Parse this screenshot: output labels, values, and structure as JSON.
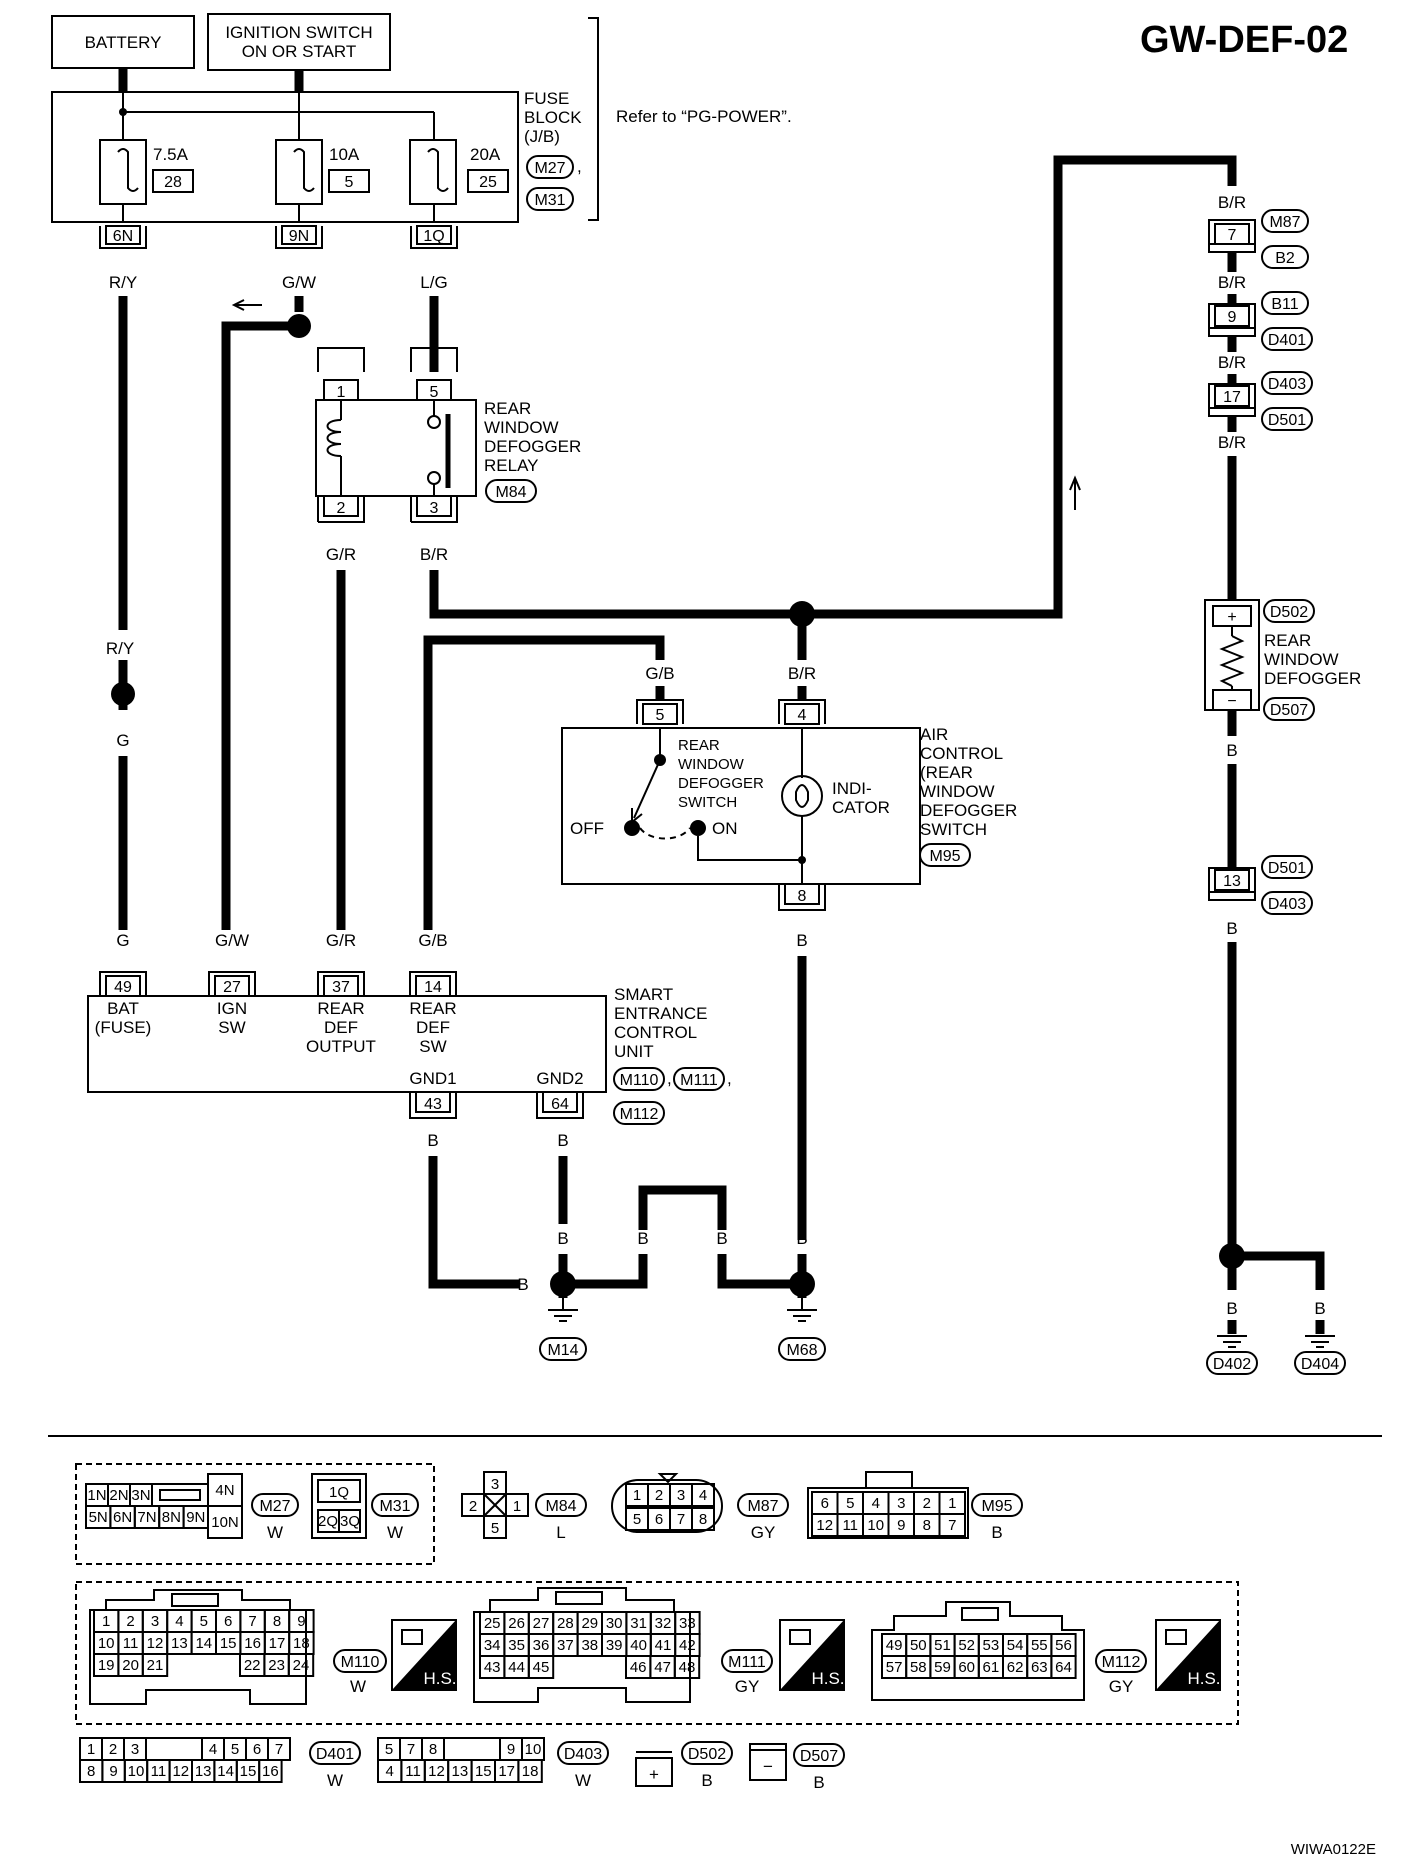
{
  "title": "GW-DEF-02",
  "code": "WIWA0122E",
  "top": {
    "battery": "BATTERY",
    "ign1": "IGNITION SWITCH",
    "ign2": "ON OR START",
    "fuse_block": [
      "FUSE",
      "BLOCK",
      "(J/B)"
    ],
    "fuse_conns": [
      "M27",
      "M31"
    ],
    "refer": "Refer to “PG-POWER”.",
    "fuses": [
      {
        "amp": "7.5A",
        "num": "28",
        "term": "6N",
        "wire": "R/Y"
      },
      {
        "amp": "10A",
        "num": "5",
        "term": "9N",
        "wire": "G/W"
      },
      {
        "amp": "20A",
        "num": "25",
        "term": "1Q",
        "wire": "L/G"
      }
    ]
  },
  "relay": {
    "name": [
      "REAR",
      "WINDOW",
      "DEFOGGER",
      "RELAY"
    ],
    "conn": "M84",
    "pins": [
      "1",
      "5",
      "2",
      "3"
    ],
    "wires": [
      "G/R",
      "B/R"
    ]
  },
  "right": {
    "wires": [
      "B/R",
      "B/R",
      "B/R",
      "B/R",
      "B",
      "B",
      "B",
      "B"
    ],
    "pins": [
      "7",
      "9",
      "17",
      "13"
    ],
    "conns": [
      "M87",
      "B2",
      "B11",
      "D401",
      "D403",
      "D501",
      "D501",
      "D403"
    ],
    "defogger": [
      "REAR",
      "WINDOW",
      "DEFOGGER"
    ],
    "def_conns": [
      "D502",
      "D507"
    ],
    "plus": "+",
    "minus": "−",
    "grounds": [
      "D402",
      "D404"
    ]
  },
  "switch": {
    "pins": [
      "5",
      "4",
      "8"
    ],
    "wires": [
      "G/B",
      "B/R",
      "B"
    ],
    "sw_label": [
      "REAR",
      "WINDOW",
      "DEFOGGER",
      "SWITCH"
    ],
    "off": "OFF",
    "on": "ON",
    "indicator": [
      "INDI-",
      "CATOR"
    ],
    "name": [
      "AIR",
      "CONTROL",
      "(REAR",
      "WINDOW",
      "DEFOGGER",
      "SWITCH"
    ],
    "conn": "M95"
  },
  "left": {
    "wire_top": "R/Y",
    "wire_bot": "G"
  },
  "secu": {
    "pins": [
      {
        "num": "49",
        "wire": "G",
        "label": [
          "BAT",
          "(FUSE)"
        ]
      },
      {
        "num": "27",
        "wire": "G/W",
        "label": [
          "IGN",
          "SW"
        ]
      },
      {
        "num": "37",
        "wire": "G/R",
        "label": [
          "REAR",
          "DEF",
          "OUTPUT"
        ]
      },
      {
        "num": "14",
        "wire": "G/B",
        "label": [
          "REAR",
          "DEF",
          "SW"
        ]
      }
    ],
    "gnd": [
      {
        "num": "43",
        "label": "GND1",
        "wire": "B"
      },
      {
        "num": "64",
        "label": "GND2",
        "wire": "B"
      }
    ],
    "name": [
      "SMART",
      "ENTRANCE",
      "CONTROL",
      "UNIT"
    ],
    "conns": [
      "M110",
      "M111",
      "M112"
    ]
  },
  "ground": {
    "wires": [
      "B",
      "B",
      "B",
      "B",
      "B"
    ],
    "conns": [
      "M14",
      "M68"
    ]
  },
  "connectors": {
    "m27": {
      "top": [
        "1N",
        "2N",
        "3N",
        "",
        "4N"
      ],
      "bot": [
        "5N",
        "6N",
        "7N",
        "8N",
        "9N",
        "10N"
      ],
      "conn": "M27",
      "color": "W"
    },
    "m31": {
      "top": "1Q",
      "bot": [
        "2Q",
        "3Q"
      ],
      "conn": "M31",
      "color": "W"
    },
    "m84": {
      "pins": [
        "3",
        "2",
        "1",
        "5"
      ],
      "conn": "M84",
      "color": "L"
    },
    "m87": {
      "top": [
        "1",
        "2",
        "3",
        "4"
      ],
      "bot": [
        "5",
        "6",
        "7",
        "8"
      ],
      "conn": "M87",
      "color": "GY"
    },
    "m95": {
      "top": [
        "6",
        "5",
        "4",
        "3",
        "2",
        "1"
      ],
      "bot": [
        "12",
        "11",
        "10",
        "9",
        "8",
        "7"
      ],
      "conn": "M95",
      "color": "B"
    },
    "m110": {
      "r1": [
        "1",
        "2",
        "3",
        "4",
        "5",
        "6",
        "7",
        "8",
        "9"
      ],
      "r2": [
        "10",
        "11",
        "12",
        "13",
        "14",
        "15",
        "16",
        "17",
        "18"
      ],
      "r3": [
        "19",
        "20",
        "21",
        "22",
        "23",
        "24"
      ],
      "conn": "M110",
      "color": "W"
    },
    "m111": {
      "r1": [
        "25",
        "26",
        "27",
        "28",
        "29",
        "30",
        "31",
        "32",
        "33"
      ],
      "r2": [
        "34",
        "35",
        "36",
        "37",
        "38",
        "39",
        "40",
        "41",
        "42"
      ],
      "r3": [
        "43",
        "44",
        "45",
        "46",
        "47",
        "48"
      ],
      "conn": "M111",
      "color": "GY"
    },
    "m112": {
      "r1": [
        "49",
        "50",
        "51",
        "52",
        "53",
        "54",
        "55",
        "56"
      ],
      "r2": [
        "57",
        "58",
        "59",
        "60",
        "61",
        "62",
        "63",
        "64"
      ],
      "conn": "M112",
      "color": "GY"
    },
    "hs": "H.S.",
    "d401": {
      "top": [
        "1",
        "2",
        "3",
        "4",
        "5",
        "6",
        "7"
      ],
      "bot": [
        "8",
        "9",
        "10",
        "11",
        "12",
        "13",
        "14",
        "15",
        "16"
      ],
      "conn": "D401",
      "color": "W"
    },
    "d403": {
      "top": [
        "5",
        "7",
        "8",
        "9",
        "10"
      ],
      "bot": [
        "4",
        "11",
        "12",
        "13",
        "15",
        "17",
        "18"
      ],
      "conn": "D403",
      "color": "W"
    },
    "d502": {
      "sym": "+",
      "conn": "D502",
      "color": "B"
    },
    "d507": {
      "sym": "−",
      "conn": "D507",
      "color": "B"
    }
  }
}
